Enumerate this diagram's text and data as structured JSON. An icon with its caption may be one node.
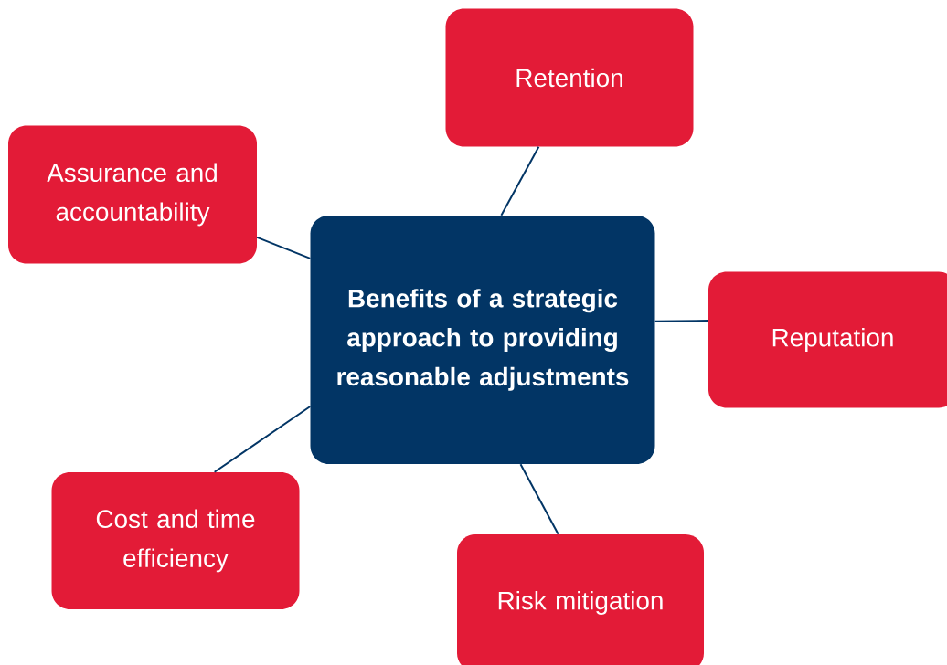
{
  "diagram": {
    "nodes": [
      {
        "text": [
          "Retention"
        ]
      },
      {
        "text": [
          "Assurance and accountability"
        ]
      },
      {
        "text": [
          "Benefits of a strategic approach to providing reasonable adjustments"
        ]
      },
      {
        "text": [
          "Reputation"
        ]
      },
      {
        "text": [
          "Cost and time efficiency"
        ]
      },
      {
        "text": [
          "Risk mitigation"
        ]
      }
    ],
    "edges": [
      {
        "from": 2,
        "to": 0,
        "arrow": "none"
      },
      {
        "from": 2,
        "to": 1,
        "arrow": "none"
      },
      {
        "from": 2,
        "to": 3,
        "arrow": "none"
      },
      {
        "from": 2,
        "to": 4,
        "arrow": "none"
      },
      {
        "from": 2,
        "to": 5,
        "arrow": "none"
      }
    ]
  }
}
